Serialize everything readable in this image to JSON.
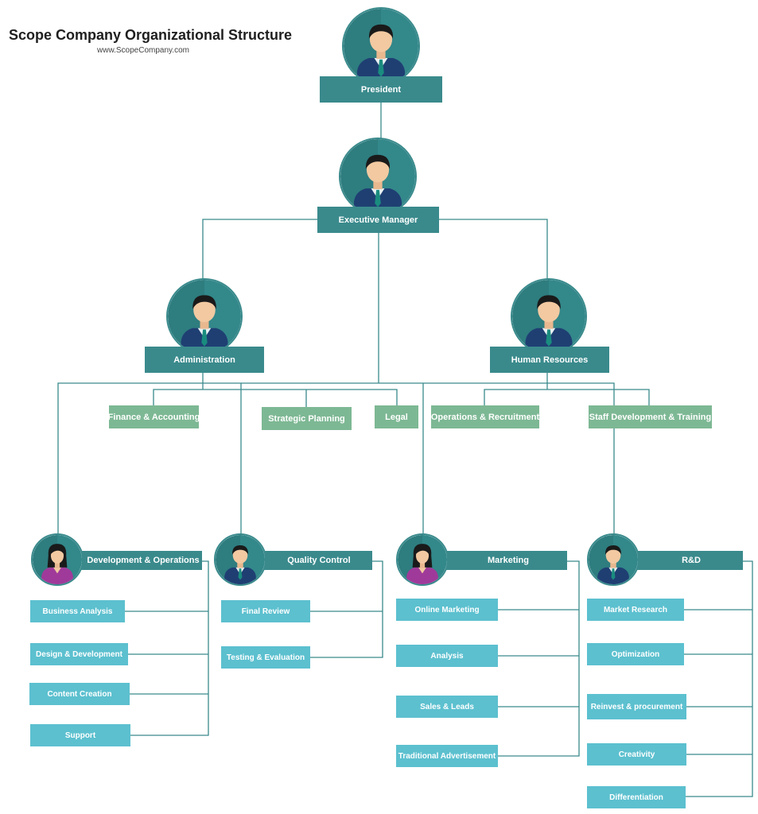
{
  "header": {
    "title": "Scope Company Organizational Structure",
    "subtitle": "www.ScopeCompany.com"
  },
  "executives": {
    "president": "President",
    "executive_manager": "Executive Manager",
    "administration": "Administration",
    "human_resources": "Human Resources"
  },
  "admin_units": [
    "Finance & Accounting",
    "Strategic Planning",
    "Legal"
  ],
  "hr_units": [
    "Operations & Recruitment",
    "Staff Development & Training"
  ],
  "departments": [
    {
      "name": "Development & Operations",
      "avatar": "female",
      "items": [
        "Business Analysis",
        "Design & Development",
        "Content Creation",
        "Support"
      ]
    },
    {
      "name": "Quality Control",
      "avatar": "male",
      "items": [
        "Final Review",
        "Testing & Evaluation"
      ]
    },
    {
      "name": "Marketing",
      "avatar": "female",
      "items": [
        "Online Marketing",
        "Analysis",
        "Sales & Leads",
        "Traditional Advertisement"
      ]
    },
    {
      "name": "R&D",
      "avatar": "male",
      "items": [
        "Market Research",
        "Optimization",
        "Reinvest & procurement",
        "Creativity",
        "Differentiation"
      ]
    }
  ],
  "colors": {
    "teal": "#3a8a8c",
    "green": "#7db894",
    "cyan": "#5cc0cf",
    "line": "#3a8a8c"
  },
  "icons": {
    "male_avatar": "male-person-icon",
    "female_avatar": "female-person-icon"
  }
}
